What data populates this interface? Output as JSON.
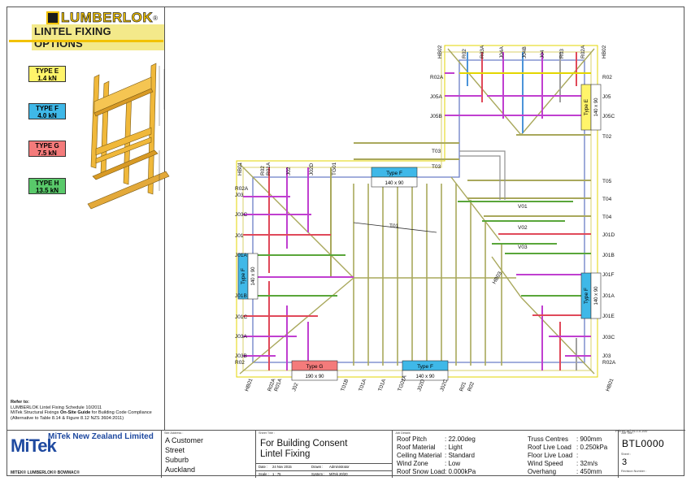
{
  "brand": {
    "name": "LUMBERLOK",
    "registered": "®",
    "subtitle": "LINTEL FIXING OPTIONS"
  },
  "lintel_types": [
    {
      "label": "TYPE E",
      "load": "1.4 kN",
      "color": "#fff46a"
    },
    {
      "label": "TYPE F",
      "load": "4.0 kN",
      "color": "#3fb8e8"
    },
    {
      "label": "TYPE G",
      "load": "7.5 kN",
      "color": "#f47b7b"
    },
    {
      "label": "TYPE H",
      "load": "13.5 kN",
      "color": "#59c96a"
    }
  ],
  "refer": {
    "heading": "Refer to:",
    "line1": "LUMBERLOK Lintel Fixing Schedule 10/2011",
    "line2_pre": "MiTek Structural Fixings ",
    "line2_bold": "On-Site Guide",
    "line2_post": " for Building Code Compliance",
    "line3": "(Alternative to Table 8.14 & Figure 8.12 NZS 3604:2011)"
  },
  "plan": {
    "labels_top_left": [
      "HB01",
      "R02",
      "R01A",
      "J02",
      "J02D",
      "TG01"
    ],
    "labels_top_right": [
      "HB02",
      "R02",
      "R03A",
      "J04A",
      "J04B",
      "J04",
      "R03",
      "R02A",
      "HB02"
    ],
    "labels_left": [
      "R02A",
      "J03",
      "J03C",
      "J01",
      "J01A",
      "J01B",
      "J01C",
      "J03A",
      "J03B",
      "R02"
    ],
    "labels_right_upper": [
      "R02",
      "J05",
      "J05C",
      "T02"
    ],
    "labels_right_lower": [
      "T05",
      "T04",
      "T04",
      "J01D",
      "J01B",
      "J01F",
      "J01A",
      "J01E",
      "J03C",
      "J03",
      "R02A"
    ],
    "labels_wing_left": [
      "R02A",
      "J05A",
      "J05B"
    ],
    "labels_mid": [
      "T03",
      "T03"
    ],
    "labels_bottom": [
      "HB01",
      "R02A",
      "R01A",
      "J02",
      "T01B",
      "T01A",
      "T01A",
      "TG01A",
      "J02D",
      "J02C",
      "R01",
      "R02",
      "HB01"
    ],
    "labels_interior": [
      "T01",
      "V01",
      "V02",
      "V03",
      "HB03"
    ],
    "lintels": [
      {
        "type": "Type F",
        "size": "140 x 90",
        "color": "#3fb8e8"
      },
      {
        "type": "Type E",
        "size": "140 x 90",
        "color": "#fff46a"
      },
      {
        "type": "Type F",
        "size": "140 x 90",
        "color": "#3fb8e8"
      },
      {
        "type": "Type F",
        "size": "140 x 90",
        "color": "#3fb8e8"
      },
      {
        "type": "Type G",
        "size": "190 x 90",
        "color": "#f47b7b"
      },
      {
        "type": "Type F",
        "size": "140 x 90",
        "color": "#3fb8e8"
      }
    ]
  },
  "title_block": {
    "company_name": "MiTek New Zealand Limited",
    "logo_text": "MiTek",
    "brands": "MITEK®   LUMBERLOK®   BOWMAC®",
    "site_address_label": "Site Address :",
    "site_address": [
      "A Customer",
      "Street",
      "Suburb",
      "Auckland"
    ],
    "sheet_title_label": "Sheet Title :",
    "sheet_title": "For Building Consent Lintel Fixing",
    "date_label": "Date :",
    "date": "24 Nov 2015",
    "drawn_label": "Drawn :",
    "drawn": "Administrator",
    "scale_label": "Scale :",
    "scale": "1 : 75",
    "system_label": "System :",
    "system": "MiTek 20/20",
    "job_details_label": "Job Details",
    "details_left": [
      {
        "label": "Roof Pitch",
        "value": ": 22.00deg"
      },
      {
        "label": "Roof Material",
        "value": ": Light"
      },
      {
        "label": "Ceiling Material",
        "value": ": Standard"
      },
      {
        "label": "Wind Zone",
        "value": ": Low"
      },
      {
        "label": "Roof Snow Load",
        "value": ": 0.000kPa"
      }
    ],
    "details_right": [
      {
        "label": "Truss Centres",
        "value": ": 900mm"
      },
      {
        "label": "Roof Live Load",
        "value": ": 0.250kPa"
      },
      {
        "label": "Floor Live Load",
        "value": ":"
      },
      {
        "label": "Wind Speed",
        "value": ": 32m/s"
      },
      {
        "label": "Overhang",
        "value": ": 450mm"
      }
    ],
    "job_title_label": "Job Title :",
    "job_title": "BTL0000",
    "sheet_label": "Sheet :",
    "sheet_number": "3",
    "revision_label": "Revision Number :",
    "printcad": "PrimeCad v4.0.0.200"
  }
}
